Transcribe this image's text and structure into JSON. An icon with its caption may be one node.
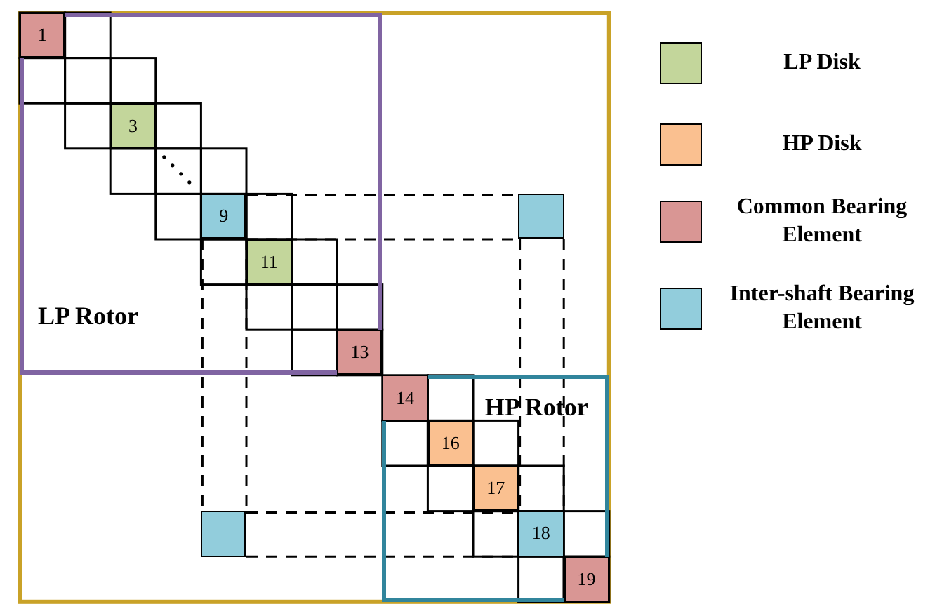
{
  "diagram": {
    "nodes": [
      {
        "text": [
          "LP Rotor"
        ]
      },
      {
        "text": [
          "1"
        ],
        "in": 0
      },
      {
        "text": [
          "3"
        ],
        "in": 0
      },
      {
        "text": [
          "9"
        ],
        "in": 0
      },
      {
        "text": [],
        "shape": "box"
      },
      {
        "text": [
          "11"
        ],
        "in": 0
      },
      {
        "text": [
          "13"
        ],
        "in": 0
      },
      {
        "text": [
          "HP Rotor"
        ]
      },
      {
        "text": [
          "14"
        ],
        "in": 7
      },
      {
        "text": [
          "16"
        ],
        "in": 7
      },
      {
        "text": [
          "17"
        ],
        "in": 7
      },
      {
        "text": [],
        "shape": "box"
      },
      {
        "text": [
          "18"
        ],
        "in": 7
      },
      {
        "text": [
          "19"
        ],
        "in": 7
      }
    ],
    "edges": [
      {
        "from": 3,
        "to": 4,
        "arrow": "none",
        "style": "dashed"
      },
      {
        "from": 4,
        "to": 12,
        "arrow": "none",
        "style": "dashed"
      },
      {
        "from": 3,
        "to": 11,
        "arrow": "none",
        "style": "dashed"
      },
      {
        "from": 11,
        "to": 12,
        "arrow": "none",
        "style": "dashed"
      }
    ],
    "legend": [
      {
        "text": "LP Disk",
        "color": "#c3d69b"
      },
      {
        "text": "HP Disk",
        "color": "#fac090"
      },
      {
        "text": "Common Bearing Element",
        "color": "#d99694"
      },
      {
        "text": "Inter-shaft Bearing Element",
        "color": "#92cddc"
      }
    ]
  }
}
